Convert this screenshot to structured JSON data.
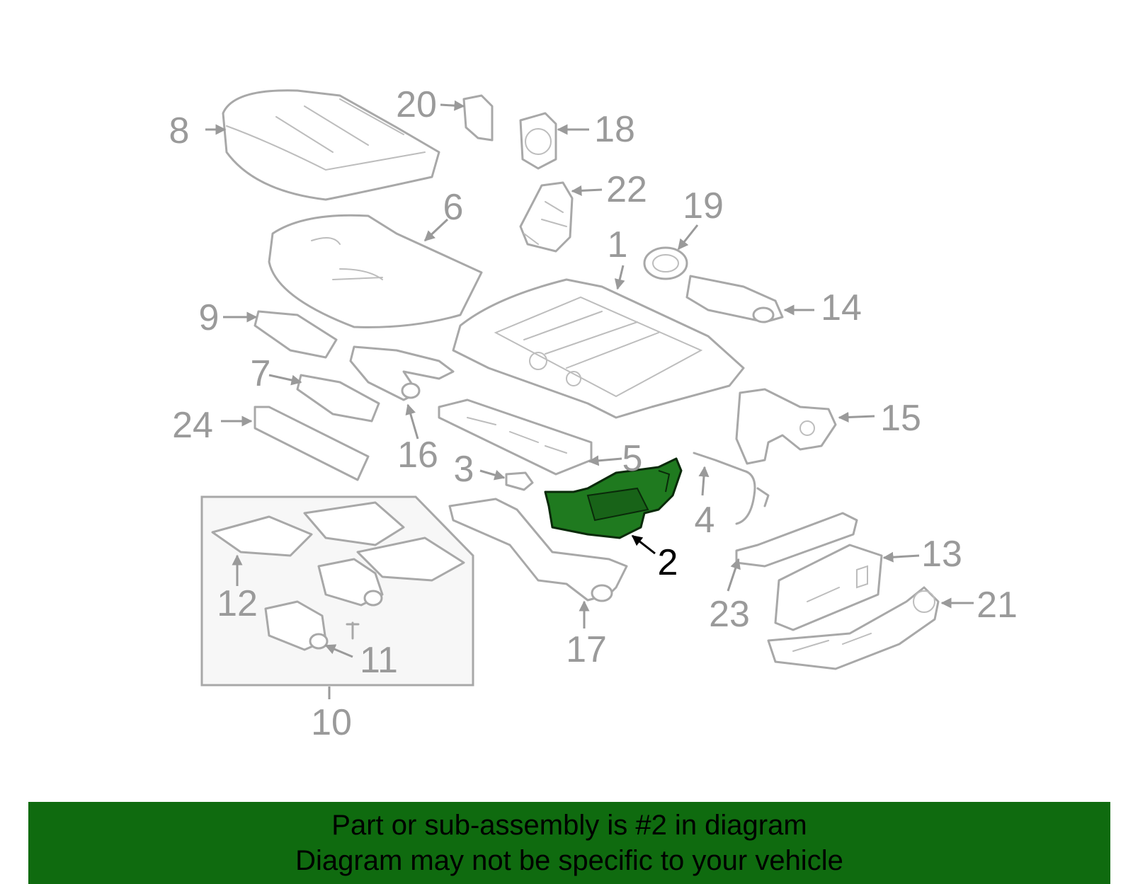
{
  "diagram": {
    "highlighted_part": "2",
    "highlight_color": "#1f7a1f",
    "callouts": [
      "1",
      "2",
      "3",
      "4",
      "5",
      "6",
      "7",
      "8",
      "9",
      "10",
      "11",
      "12",
      "13",
      "14",
      "15",
      "16",
      "17",
      "18",
      "19",
      "20",
      "21",
      "22",
      "23",
      "24"
    ]
  },
  "footer": {
    "background": "#0f6b0f",
    "line1": "Part or sub-assembly is #2 in diagram",
    "line2": "Diagram may not be specific to your vehicle"
  }
}
